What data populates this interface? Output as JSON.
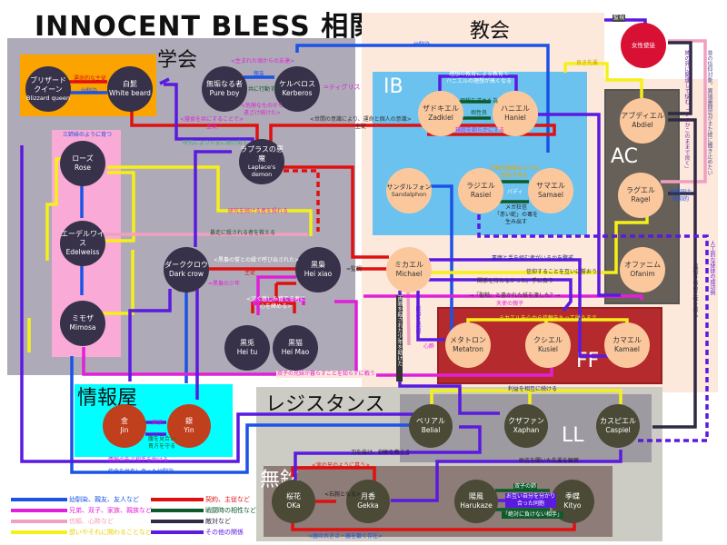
{
  "title": "INNOCENT BLESS 相関図",
  "colors": {
    "friend": "#1a53e6",
    "family": "#e020d8",
    "trust": "#f0a0c0",
    "feeling": "#f5f019",
    "contract": "#e01010",
    "rival": "#0d5a2a",
    "hostile": "#2e2a44",
    "other": "#5a1ae0"
  },
  "regions": {
    "gakkai": "学会",
    "kyokai": "教会",
    "ib": "IB",
    "ac": "AC",
    "ff": "FF",
    "johoya": "情報屋",
    "resistance": "レジスタンス",
    "ll": "LL",
    "mumei": "無銘"
  },
  "nodes": {
    "blizzard": {
      "jp": "ブリザード\nクイーン",
      "en": "Blizzard queen"
    },
    "whitebeard": {
      "jp": "白髭",
      "en": "White beard"
    },
    "pureboy": {
      "jp": "無垢なる者",
      "en": "Pure boy"
    },
    "kerberos": {
      "jp": "ケルベロス",
      "en": "Kerberos"
    },
    "laplace": {
      "jp": "ラプラスの悪魔",
      "en": "Laplace's demon"
    },
    "rose": {
      "jp": "ローズ",
      "en": "Rose"
    },
    "edelweiss": {
      "jp": "エーデルワイス",
      "en": "Edelweiss"
    },
    "mimosa": {
      "jp": "ミモザ",
      "en": "Mimosa"
    },
    "darkcrow": {
      "jp": "ダーククロウ",
      "en": "Dark crow"
    },
    "heixiao": {
      "jp": "黒梟",
      "en": "Hei xiao"
    },
    "heitu": {
      "jp": "黒兎",
      "en": "Hei tu"
    },
    "heimao": {
      "jp": "黒猫",
      "en": "Hei Mao"
    },
    "zadkiel": {
      "jp": "ザドキエル",
      "en": "Zadkiel"
    },
    "haniel": {
      "jp": "ハニエル",
      "en": "Haniel"
    },
    "sandalphon": {
      "jp": "サンダルフォン",
      "en": "Sandalphon"
    },
    "rasiel": {
      "jp": "ラジエル",
      "en": "Rasiel"
    },
    "samael": {
      "jp": "サマエル",
      "en": "Samael"
    },
    "michael": {
      "jp": "ミカエル",
      "en": "Michael"
    },
    "abdiel": {
      "jp": "アブディエル",
      "en": "Abdiel"
    },
    "ragel": {
      "jp": "ラグエル",
      "en": "Ragel"
    },
    "ofanim": {
      "jp": "オファニム",
      "en": "Ofanim"
    },
    "metatron": {
      "jp": "メタトロン",
      "en": "Metatron"
    },
    "kusiel": {
      "jp": "クシエル",
      "en": "Kusiel"
    },
    "kamael": {
      "jp": "カマエル",
      "en": "Kamael"
    },
    "female": {
      "jp": "女性使徒",
      "en": ""
    },
    "jin": {
      "jp": "金",
      "en": "Jin"
    },
    "yin": {
      "jp": "銀",
      "en": "Yin"
    },
    "belial": {
      "jp": "ベリアル",
      "en": "Belial"
    },
    "xaphan": {
      "jp": "クザファン",
      "en": "Xaphan"
    },
    "caspiel": {
      "jp": "カスピエル",
      "en": "Caspiel"
    },
    "oka": {
      "jp": "桜花",
      "en": "OKa"
    },
    "gekka": {
      "jp": "月香",
      "en": "Gekka"
    },
    "harukaze": {
      "jp": "陽風",
      "en": "Harukaze"
    },
    "kityo": {
      "jp": "季蝶",
      "en": "Kityo"
    }
  },
  "labels": {
    "fateful_master": "運命的な主従",
    "childhood": "幼馴染",
    "kerberos_note": "=ティグリス",
    "pure_friend": "親友",
    "pure_master": "共に行動する",
    "born_knowledge": "<生まれた頃からの友達>",
    "pure_protect": "<危険なものから\n遠ざけ続けた>",
    "whitebeard_contract": "<寝食を共にすることで>\n主従",
    "laplace_research": "研究によりたまに助け出す",
    "michael_contract": "<世間の意識により、運命と個人の意識>\n主従",
    "sisters": "三姉妹のように育つ",
    "laplace_heixiao": "研究を続ける者を殺れる",
    "edelweiss_heixiao": "暴走に殺される者を救える",
    "darkcrow_heixiao": "<黒梟の誓との縁で呼び出された>",
    "contract": "主従",
    "darkcrow_boy": "=黒梟の少年",
    "heixiao_note": "=監視",
    "heitu_heimao": "<深く慈しみ育てる者に\n心を縛める>",
    "twins_note": "双子の兄妹が暮らすことを知らずに戦う",
    "kyokai_link": "幼馴染",
    "zadkiel_haniel_top": "理想の教育による教育で\nハニエルの理想が高くなる",
    "zadkiel_haniel": "理想を求めた為",
    "zadkiel_haniel2": "相性良",
    "zadkiel_haniel3": "箱庭を創らかにする",
    "rasiel_samael": "学術的価値などでは\n意味が有る",
    "rasiel_samael_mid": "バディ",
    "samael_rasiel": "メガ狂信\n「赤い蛇」の毒を\n生み出す",
    "abdiel_note": "良き先輩",
    "female_watch": "監視",
    "female_note": "姉の死に関連して悩む\n「いつかこのままで良く」",
    "female_note2": "昔の信仰対象。異端審問官がまた彼に聞き止めたい",
    "ragel_note": "信者同士\n信仰的",
    "michael_note1": "悪魔と手を組む者がいるかを警戒",
    "michael_note2": "信仰することを互いに誓おう",
    "michael_note3": "関係を持たなかった。手に負う",
    "ofanim_note": "→「聖釉」と書かれた紙を渡した？→",
    "ofanim_note2": "天使の親子",
    "ff_line": "ミカエルを心から信頼をもって従うまで",
    "metatron_note": "能力を見出す",
    "metatron_trust": "心酔",
    "michael_belial": "両親を殺された少年を助けた",
    "ac_note": "人工的な使徒の成功例",
    "ac_note2": "裏切り者の正体を探る",
    "jin_yin": "双子",
    "jin_yin2": "腹を見合い\n貴方を守る",
    "mimosa_note": "情報の先で相手を助ける",
    "johoya_note": "信念を共有し合った幼馴染",
    "ll_top": "利益を相互に続ける",
    "ll_mumei": "刀を抜け、剣術を教える",
    "caspiel_note": "助言を聞いた先輩を観察",
    "oka_gekka": "<右腕となる>",
    "oka_gekka_top": "<実の兄のように慕う>",
    "oka_bottom": "<器の大きさ・器を繋ぐ存在>",
    "harukaze_kityo1": "双子の姉",
    "harukaze_kityo2": "お互い自分を分かり\n合った同胞",
    "harukaze_kityo3": "「絶対に負けない相手」"
  },
  "legend": [
    {
      "label": "幼馴染、親友、友人など",
      "color": "#1a53e6"
    },
    {
      "label": "兄弟、双子、家族、親族など",
      "color": "#e020d8"
    },
    {
      "label": "信頼、心酔など",
      "color": "#f0a0c0"
    },
    {
      "label": "想いやそれに関わることなど",
      "color": "#f5f019"
    },
    {
      "label": "契約、主従など",
      "color": "#e01010"
    },
    {
      "label": "戦闘時の相性など",
      "color": "#0d5a2a"
    },
    {
      "label": "敵対など",
      "color": "#2e2a44"
    },
    {
      "label": "その他の関係",
      "color": "#5a1ae0"
    }
  ]
}
